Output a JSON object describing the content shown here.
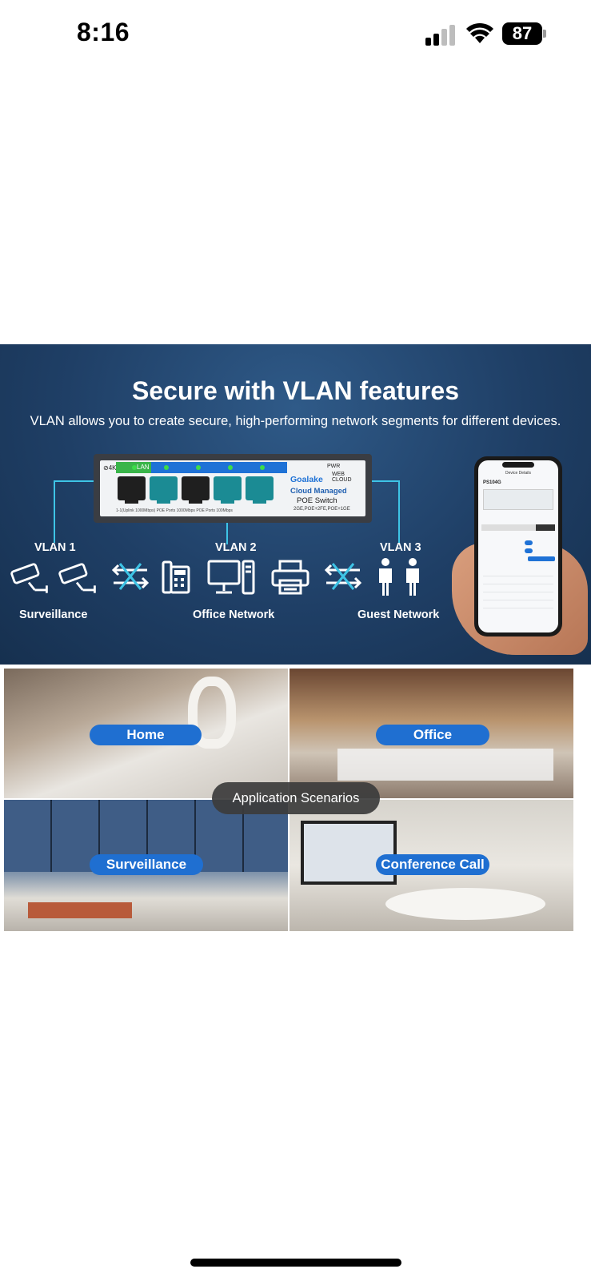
{
  "status_bar": {
    "time": "8:16",
    "battery_level": "87",
    "icons": [
      "signal-icon",
      "wifi-icon",
      "battery-icon"
    ]
  },
  "banner": {
    "title": "Secure with VLAN features",
    "subtitle": "VLAN allows you to create secure, high-performing network segments for different devices."
  },
  "switch": {
    "label_4kv": "⊘4KV",
    "lan": "LAN",
    "brand": "Goalake",
    "model_line1": "Cloud Managed",
    "model_line2": "POE Switch",
    "model_line3": "2GE,POE+2FE,POE+1GE",
    "pwr": "PWR",
    "web_cloud": "WEB CLOUD",
    "footer": "1-1(Uplink 1000Mbps)        POE Ports 1000Mbps        POE Ports 100Mbps",
    "accent_colors": {
      "lan": "#39b54a",
      "poe": "#1f72d6",
      "connector": "#3ec4e6"
    }
  },
  "vlans": [
    {
      "label": "VLAN 1",
      "group": "Surveillance",
      "devices": [
        "camera-icon",
        "camera-icon"
      ]
    },
    {
      "label": "VLAN 2",
      "group": "Office Network",
      "devices": [
        "telephone-icon",
        "computer-icon",
        "printer-icon"
      ]
    },
    {
      "label": "VLAN 3",
      "group": "Guest Network",
      "devices": [
        "person-icon",
        "person-icon"
      ]
    }
  ],
  "phone": {
    "screen_title": "Device Details",
    "device_name": "PS104G"
  },
  "scenarios": {
    "center_label": "Application Scenarios",
    "items": [
      {
        "label": "Home"
      },
      {
        "label": "Office"
      },
      {
        "label": "Surveillance"
      },
      {
        "label": "Conference Call"
      }
    ]
  }
}
